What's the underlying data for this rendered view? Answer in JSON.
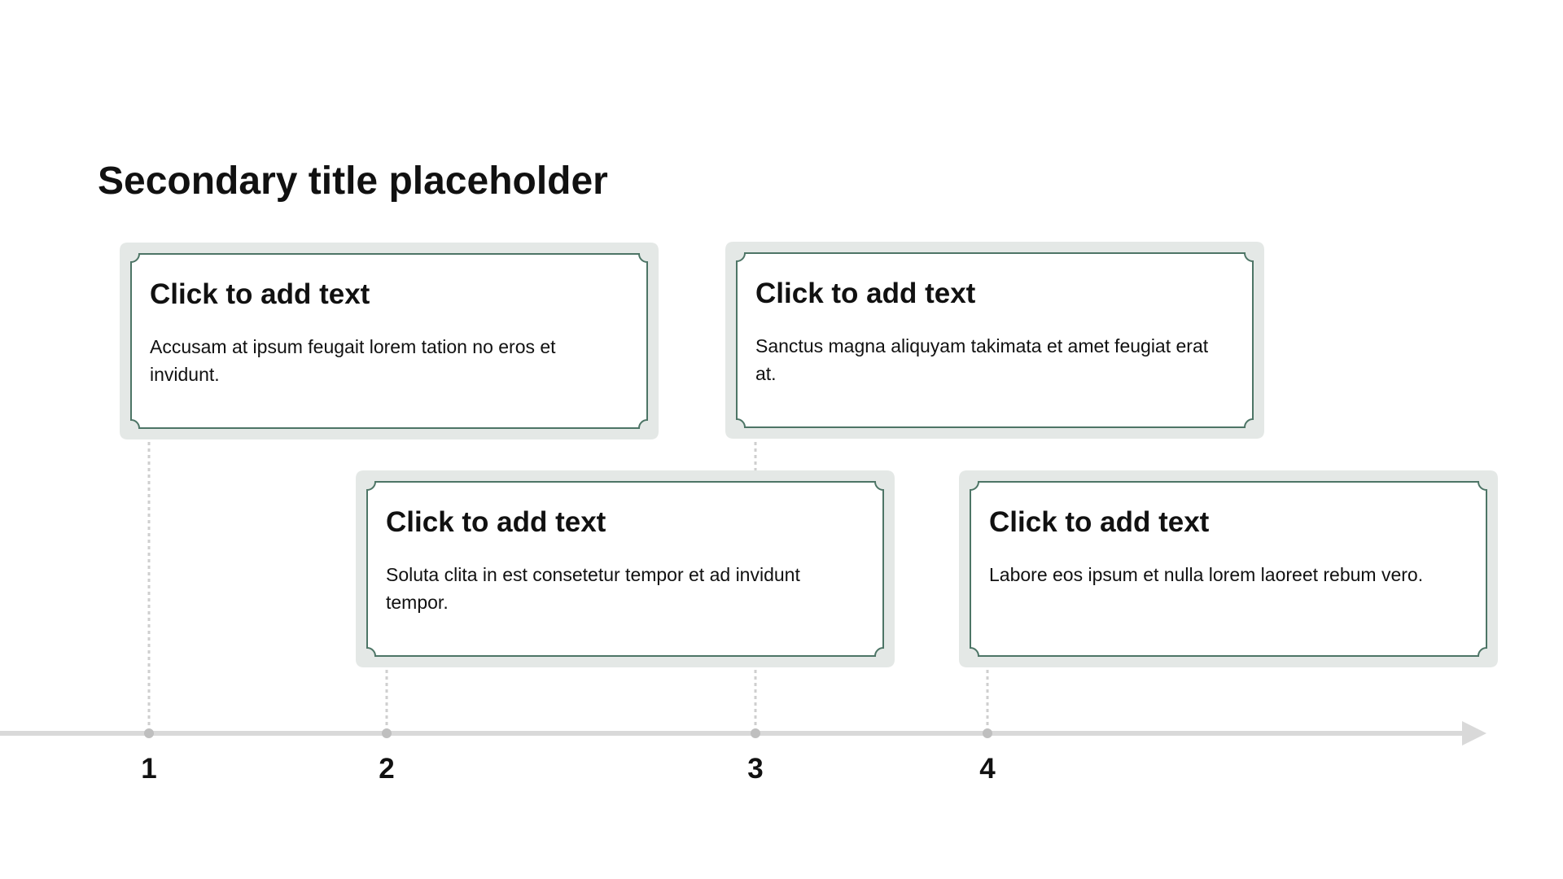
{
  "slide": {
    "title": "Secondary title placeholder"
  },
  "timeline": {
    "line_color": "#d9d9d9",
    "marker_color": "#bfbfbf",
    "milestones": [
      {
        "label": "1",
        "heading": "Click to add text",
        "body": "Accusam at ipsum feugait lorem tation no eros et invidunt."
      },
      {
        "label": "2",
        "heading": "Click to add text",
        "body": "Soluta clita in est consetetur tempor et ad invidunt tempor."
      },
      {
        "label": "3",
        "heading": "Click to add text",
        "body": "Sanctus magna aliquyam takimata et amet feugiat erat at."
      },
      {
        "label": "4",
        "heading": "Click to add text",
        "body": "Labore eos ipsum et nulla lorem laoreet rebum vero."
      }
    ]
  },
  "card_style": {
    "border_color": "#4d7566",
    "shadow_color": "#e4e8e6",
    "fill_color": "#ffffff"
  }
}
